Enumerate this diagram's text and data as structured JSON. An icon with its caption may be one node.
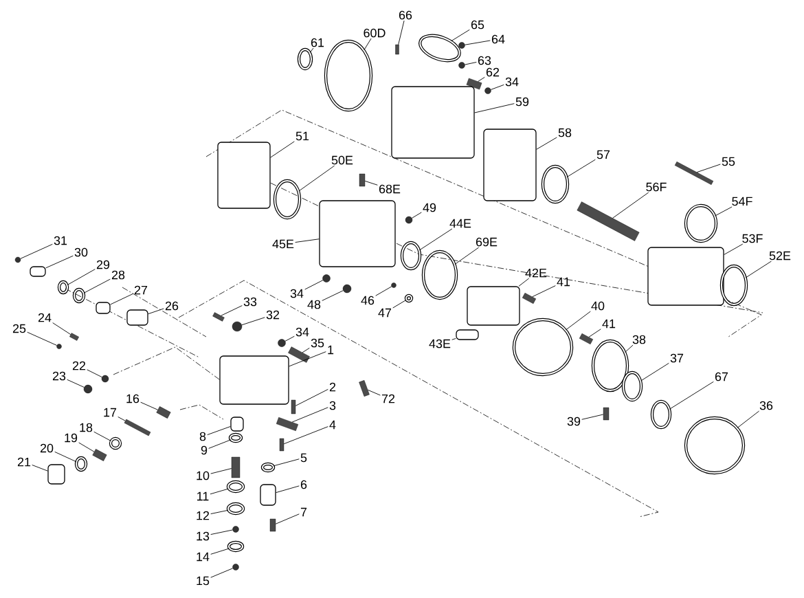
{
  "diagram": {
    "nodes": [
      {
        "text": [
          "61"
        ]
      },
      {
        "text": [
          "60D"
        ]
      },
      {
        "text": [
          "66"
        ]
      },
      {
        "text": [
          "65"
        ]
      },
      {
        "text": [
          "64"
        ]
      },
      {
        "text": [
          "63"
        ]
      },
      {
        "text": [
          "62"
        ]
      },
      {
        "text": [
          "34"
        ]
      },
      {
        "text": [
          "59"
        ]
      },
      {
        "text": [
          "58"
        ]
      },
      {
        "text": [
          "57"
        ]
      },
      {
        "text": [
          "55"
        ]
      },
      {
        "text": [
          "56F"
        ]
      },
      {
        "text": [
          "54F"
        ]
      },
      {
        "text": [
          "53F"
        ]
      },
      {
        "text": [
          "52E"
        ]
      },
      {
        "text": [
          "51"
        ]
      },
      {
        "text": [
          "50E"
        ]
      },
      {
        "text": [
          "68E"
        ]
      },
      {
        "text": [
          "49"
        ]
      },
      {
        "text": [
          "45E"
        ]
      },
      {
        "text": [
          "44E"
        ]
      },
      {
        "text": [
          "69E"
        ]
      },
      {
        "text": [
          "34"
        ]
      },
      {
        "text": [
          "48"
        ]
      },
      {
        "text": [
          "46"
        ]
      },
      {
        "text": [
          "47"
        ]
      },
      {
        "text": [
          "42E"
        ]
      },
      {
        "text": [
          "41"
        ]
      },
      {
        "text": [
          "43E"
        ]
      },
      {
        "text": [
          "40"
        ]
      },
      {
        "text": [
          "41"
        ]
      },
      {
        "text": [
          "38"
        ]
      },
      {
        "text": [
          "37"
        ]
      },
      {
        "text": [
          "67"
        ]
      },
      {
        "text": [
          "36"
        ]
      },
      {
        "text": [
          "39"
        ]
      },
      {
        "text": [
          "72"
        ]
      },
      {
        "text": [
          "33"
        ]
      },
      {
        "text": [
          "32"
        ]
      },
      {
        "text": [
          "34"
        ]
      },
      {
        "text": [
          "35"
        ]
      },
      {
        "text": [
          "1"
        ]
      },
      {
        "text": [
          "2"
        ]
      },
      {
        "text": [
          "3"
        ]
      },
      {
        "text": [
          "4"
        ]
      },
      {
        "text": [
          "5"
        ]
      },
      {
        "text": [
          "6"
        ]
      },
      {
        "text": [
          "7"
        ]
      },
      {
        "text": [
          "8"
        ]
      },
      {
        "text": [
          "9"
        ]
      },
      {
        "text": [
          "10"
        ]
      },
      {
        "text": [
          "11"
        ]
      },
      {
        "text": [
          "12"
        ]
      },
      {
        "text": [
          "13"
        ]
      },
      {
        "text": [
          "14"
        ]
      },
      {
        "text": [
          "15"
        ]
      },
      {
        "text": [
          "16"
        ]
      },
      {
        "text": [
          "17"
        ]
      },
      {
        "text": [
          "18"
        ]
      },
      {
        "text": [
          "19"
        ]
      },
      {
        "text": [
          "20"
        ]
      },
      {
        "text": [
          "21"
        ]
      },
      {
        "text": [
          "22"
        ]
      },
      {
        "text": [
          "23"
        ]
      },
      {
        "text": [
          "24"
        ]
      },
      {
        "text": [
          "25"
        ]
      },
      {
        "text": [
          "26"
        ]
      },
      {
        "text": [
          "27"
        ]
      },
      {
        "text": [
          "28"
        ]
      },
      {
        "text": [
          "29"
        ]
      },
      {
        "text": [
          "30"
        ]
      },
      {
        "text": [
          "31"
        ]
      },
      {
        "text": [],
        "shape": "circle"
      },
      {
        "text": [],
        "shape": "circle"
      },
      {
        "text": [],
        "shape": "bar"
      },
      {
        "text": [],
        "shape": "circle"
      },
      {
        "text": [],
        "shape": "circle"
      },
      {
        "text": [],
        "shape": "circle"
      },
      {
        "text": [],
        "shape": "bar"
      },
      {
        "text": [],
        "shape": "circle"
      },
      {
        "text": [],
        "shape": "box"
      },
      {
        "text": [],
        "shape": "box"
      },
      {
        "text": [],
        "shape": "circle"
      },
      {
        "text": [],
        "shape": "bar"
      },
      {
        "text": [],
        "shape": "bar"
      },
      {
        "text": [],
        "shape": "circle"
      },
      {
        "text": [],
        "shape": "box"
      },
      {
        "text": [],
        "shape": "circle"
      },
      {
        "text": [],
        "shape": "box"
      },
      {
        "text": [],
        "shape": "circle"
      },
      {
        "text": [],
        "shape": "bar"
      },
      {
        "text": [],
        "shape": "circle"
      },
      {
        "text": [],
        "shape": "box"
      },
      {
        "text": [],
        "shape": "circle"
      },
      {
        "text": [],
        "shape": "circle"
      },
      {
        "text": [],
        "shape": "circle"
      },
      {
        "text": [],
        "shape": "circle"
      },
      {
        "text": [],
        "shape": "circle"
      },
      {
        "text": [],
        "shape": "circle"
      },
      {
        "text": [],
        "shape": "box"
      },
      {
        "text": [],
        "shape": "bar"
      },
      {
        "text": [],
        "shape": "box"
      },
      {
        "text": [],
        "shape": "circle"
      },
      {
        "text": [],
        "shape": "bar"
      },
      {
        "text": [],
        "shape": "circle"
      },
      {
        "text": [],
        "shape": "circle"
      },
      {
        "text": [],
        "shape": "circle"
      },
      {
        "text": [],
        "shape": "circle"
      },
      {
        "text": [],
        "shape": "bar"
      },
      {
        "text": [],
        "shape": "bar"
      },
      {
        "text": [],
        "shape": "bar"
      },
      {
        "text": [],
        "shape": "circle"
      },
      {
        "text": [],
        "shape": "circle"
      },
      {
        "text": [],
        "shape": "bar"
      },
      {
        "text": [],
        "shape": "box"
      },
      {
        "text": [],
        "shape": "bar"
      },
      {
        "text": [],
        "shape": "bar"
      },
      {
        "text": [],
        "shape": "bar"
      },
      {
        "text": [],
        "shape": "circle"
      },
      {
        "text": [],
        "shape": "box"
      },
      {
        "text": [],
        "shape": "bar"
      },
      {
        "text": [],
        "shape": "box"
      },
      {
        "text": [],
        "shape": "circle"
      },
      {
        "text": [],
        "shape": "bar"
      },
      {
        "text": [],
        "shape": "circle"
      },
      {
        "text": [],
        "shape": "circle"
      },
      {
        "text": [],
        "shape": "circle"
      },
      {
        "text": [],
        "shape": "circle"
      },
      {
        "text": [],
        "shape": "circle"
      },
      {
        "text": [],
        "shape": "bar"
      },
      {
        "text": [],
        "shape": "bar"
      },
      {
        "text": [],
        "shape": "circle"
      },
      {
        "text": [],
        "shape": "bar"
      },
      {
        "text": [],
        "shape": "circle"
      },
      {
        "text": [],
        "shape": "box"
      },
      {
        "text": [],
        "shape": "circle"
      },
      {
        "text": [],
        "shape": "circle"
      },
      {
        "text": [],
        "shape": "bar"
      },
      {
        "text": [],
        "shape": "circle"
      },
      {
        "text": [],
        "shape": "box"
      },
      {
        "text": [],
        "shape": "box"
      },
      {
        "text": [],
        "shape": "circle"
      },
      {
        "text": [],
        "shape": "circle"
      },
      {
        "text": [],
        "shape": "box"
      },
      {
        "text": [],
        "shape": "circle"
      }
    ],
    "edges": [
      {
        "from": 0,
        "to": 73,
        "arrow": "none"
      },
      {
        "from": 1,
        "to": 74,
        "arrow": "none"
      },
      {
        "from": 2,
        "to": 75,
        "arrow": "none"
      },
      {
        "from": 3,
        "to": 76,
        "arrow": "none"
      },
      {
        "from": 4,
        "to": 77,
        "arrow": "none"
      },
      {
        "from": 5,
        "to": 78,
        "arrow": "none"
      },
      {
        "from": 6,
        "to": 79,
        "arrow": "none"
      },
      {
        "from": 7,
        "to": 80,
        "arrow": "none"
      },
      {
        "from": 8,
        "to": 81,
        "arrow": "none"
      },
      {
        "from": 9,
        "to": 82,
        "arrow": "none"
      },
      {
        "from": 10,
        "to": 83,
        "arrow": "none"
      },
      {
        "from": 11,
        "to": 84,
        "arrow": "none"
      },
      {
        "from": 12,
        "to": 85,
        "arrow": "none"
      },
      {
        "from": 13,
        "to": 86,
        "arrow": "none"
      },
      {
        "from": 14,
        "to": 87,
        "arrow": "none"
      },
      {
        "from": 15,
        "to": 88,
        "arrow": "none"
      },
      {
        "from": 16,
        "to": 89,
        "arrow": "none"
      },
      {
        "from": 17,
        "to": 90,
        "arrow": "none"
      },
      {
        "from": 18,
        "to": 91,
        "arrow": "none"
      },
      {
        "from": 19,
        "to": 92,
        "arrow": "none"
      },
      {
        "from": 20,
        "to": 93,
        "arrow": "none"
      },
      {
        "from": 21,
        "to": 94,
        "arrow": "none"
      },
      {
        "from": 22,
        "to": 95,
        "arrow": "none"
      },
      {
        "from": 23,
        "to": 96,
        "arrow": "none"
      },
      {
        "from": 24,
        "to": 97,
        "arrow": "none"
      },
      {
        "from": 25,
        "to": 98,
        "arrow": "none"
      },
      {
        "from": 26,
        "to": 99,
        "arrow": "none"
      },
      {
        "from": 27,
        "to": 100,
        "arrow": "none"
      },
      {
        "from": 28,
        "to": 101,
        "arrow": "none"
      },
      {
        "from": 29,
        "to": 102,
        "arrow": "none"
      },
      {
        "from": 30,
        "to": 103,
        "arrow": "none"
      },
      {
        "from": 31,
        "to": 104,
        "arrow": "none"
      },
      {
        "from": 32,
        "to": 105,
        "arrow": "none"
      },
      {
        "from": 33,
        "to": 106,
        "arrow": "none"
      },
      {
        "from": 34,
        "to": 107,
        "arrow": "none"
      },
      {
        "from": 35,
        "to": 108,
        "arrow": "none"
      },
      {
        "from": 36,
        "to": 109,
        "arrow": "none"
      },
      {
        "from": 37,
        "to": 110,
        "arrow": "none"
      },
      {
        "from": 38,
        "to": 111,
        "arrow": "none"
      },
      {
        "from": 39,
        "to": 112,
        "arrow": "none"
      },
      {
        "from": 40,
        "to": 113,
        "arrow": "none"
      },
      {
        "from": 41,
        "to": 114,
        "arrow": "none"
      },
      {
        "from": 42,
        "to": 115,
        "arrow": "none"
      },
      {
        "from": 43,
        "to": 116,
        "arrow": "none"
      },
      {
        "from": 44,
        "to": 117,
        "arrow": "none"
      },
      {
        "from": 45,
        "to": 118,
        "arrow": "none"
      },
      {
        "from": 46,
        "to": 119,
        "arrow": "none"
      },
      {
        "from": 47,
        "to": 120,
        "arrow": "none"
      },
      {
        "from": 48,
        "to": 121,
        "arrow": "none"
      },
      {
        "from": 49,
        "to": 122,
        "arrow": "none"
      },
      {
        "from": 50,
        "to": 123,
        "arrow": "none"
      },
      {
        "from": 51,
        "to": 124,
        "arrow": "none"
      },
      {
        "from": 52,
        "to": 125,
        "arrow": "none"
      },
      {
        "from": 53,
        "to": 126,
        "arrow": "none"
      },
      {
        "from": 54,
        "to": 127,
        "arrow": "none"
      },
      {
        "from": 55,
        "to": 128,
        "arrow": "none"
      },
      {
        "from": 56,
        "to": 129,
        "arrow": "none"
      },
      {
        "from": 57,
        "to": 130,
        "arrow": "none"
      },
      {
        "from": 58,
        "to": 131,
        "arrow": "none"
      },
      {
        "from": 59,
        "to": 132,
        "arrow": "none"
      },
      {
        "from": 60,
        "to": 133,
        "arrow": "none"
      },
      {
        "from": 61,
        "to": 134,
        "arrow": "none"
      },
      {
        "from": 62,
        "to": 135,
        "arrow": "none"
      },
      {
        "from": 63,
        "to": 136,
        "arrow": "none"
      },
      {
        "from": 64,
        "to": 137,
        "arrow": "none"
      },
      {
        "from": 65,
        "to": 138,
        "arrow": "none"
      },
      {
        "from": 66,
        "to": 139,
        "arrow": "none"
      },
      {
        "from": 67,
        "to": 140,
        "arrow": "none"
      },
      {
        "from": 68,
        "to": 141,
        "arrow": "none"
      },
      {
        "from": 69,
        "to": 142,
        "arrow": "none"
      },
      {
        "from": 70,
        "to": 143,
        "arrow": "none"
      },
      {
        "from": 71,
        "to": 144,
        "arrow": "none"
      },
      {
        "from": 72,
        "to": 145,
        "arrow": "none"
      }
    ]
  }
}
